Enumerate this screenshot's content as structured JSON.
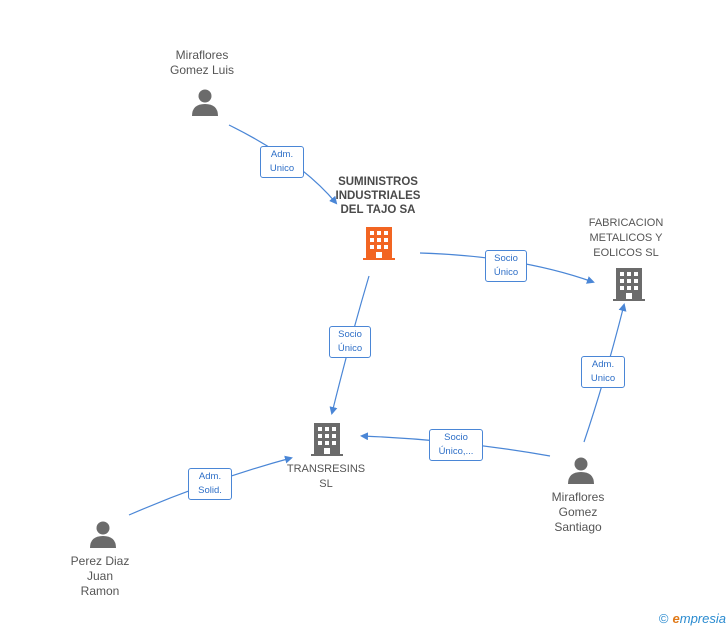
{
  "nodes": {
    "miraflores_luis": "Miraflores\nGomez Luis",
    "suministros": "SUMINISTROS\nINDUSTRIALES\nDEL TAJO SA",
    "fabricacion": "FABRICACION\nMETALICOS Y\nEOLICOS  SL",
    "transresins": "TRANSRESINS\nSL",
    "miraflores_santiago": "Miraflores\nGomez\nSantiago",
    "perez_diaz": "Perez Diaz\nJuan\nRamon"
  },
  "edges": {
    "luis_to_suministros": "Adm.\nUnico",
    "suministros_to_fabricacion": "Socio\nÚnico",
    "suministros_to_transresins": "Socio\nÚnico",
    "santiago_to_fabricacion": "Adm.\nUnico",
    "santiago_to_transresins": "Socio\nÚnico,...",
    "perez_to_transresins": "Adm.\nSolid."
  },
  "colors": {
    "edge": "#4a86d6",
    "person_icon": "#6b6b6b",
    "company_icon": "#6b6b6b",
    "highlight_company": "#f26522"
  },
  "footer": {
    "copyright_symbol": "©",
    "brand_e": "e",
    "brand_rest": "mpresia"
  }
}
